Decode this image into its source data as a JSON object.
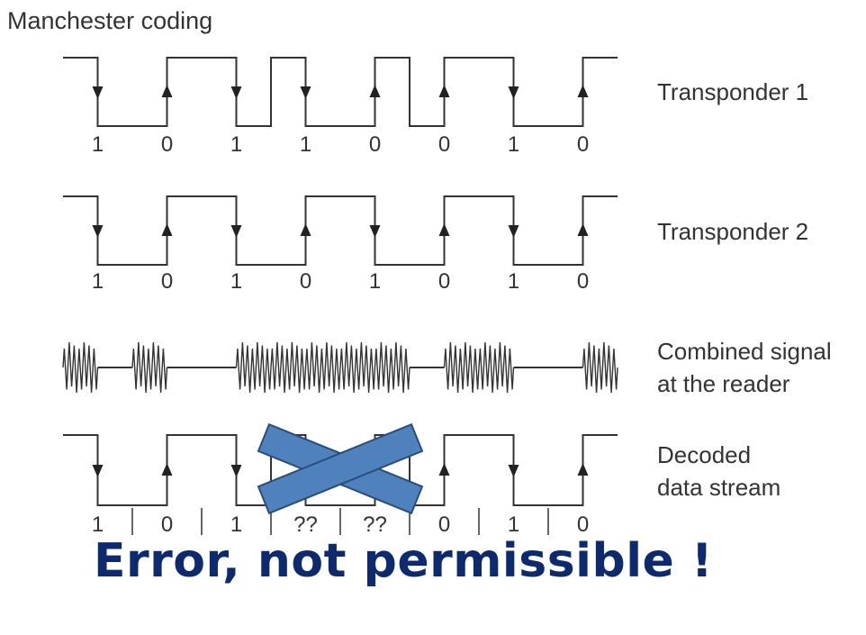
{
  "title": "Manchester coding",
  "error_message": "Error, not permissible !",
  "colors": {
    "ink": "#333333",
    "cross": "#4f81bd",
    "cross_edge": "#2a4d7e",
    "error": "#0d2a6e"
  },
  "rows": [
    {
      "label": "Transponder 1",
      "bits": [
        "1",
        "0",
        "1",
        "1",
        "0",
        "0",
        "1",
        "0"
      ]
    },
    {
      "label": "Transponder 2",
      "bits": [
        "1",
        "0",
        "1",
        "0",
        "1",
        "0",
        "1",
        "0"
      ]
    },
    {
      "label_lines": [
        "Combined signal",
        "at the reader"
      ],
      "bursts_per_bit": [
        [
          "first"
        ],
        [
          "first"
        ],
        [
          "second"
        ],
        [
          "first",
          "second"
        ],
        [
          "first",
          "second"
        ],
        [
          "second"
        ],
        [
          "first"
        ],
        [
          "second"
        ]
      ]
    },
    {
      "label_lines": [
        "Decoded",
        "data stream"
      ],
      "bits": [
        "1",
        "0",
        "1",
        "??",
        "??",
        "0",
        "1",
        "0"
      ],
      "error_bits": [
        3,
        4
      ]
    }
  ]
}
